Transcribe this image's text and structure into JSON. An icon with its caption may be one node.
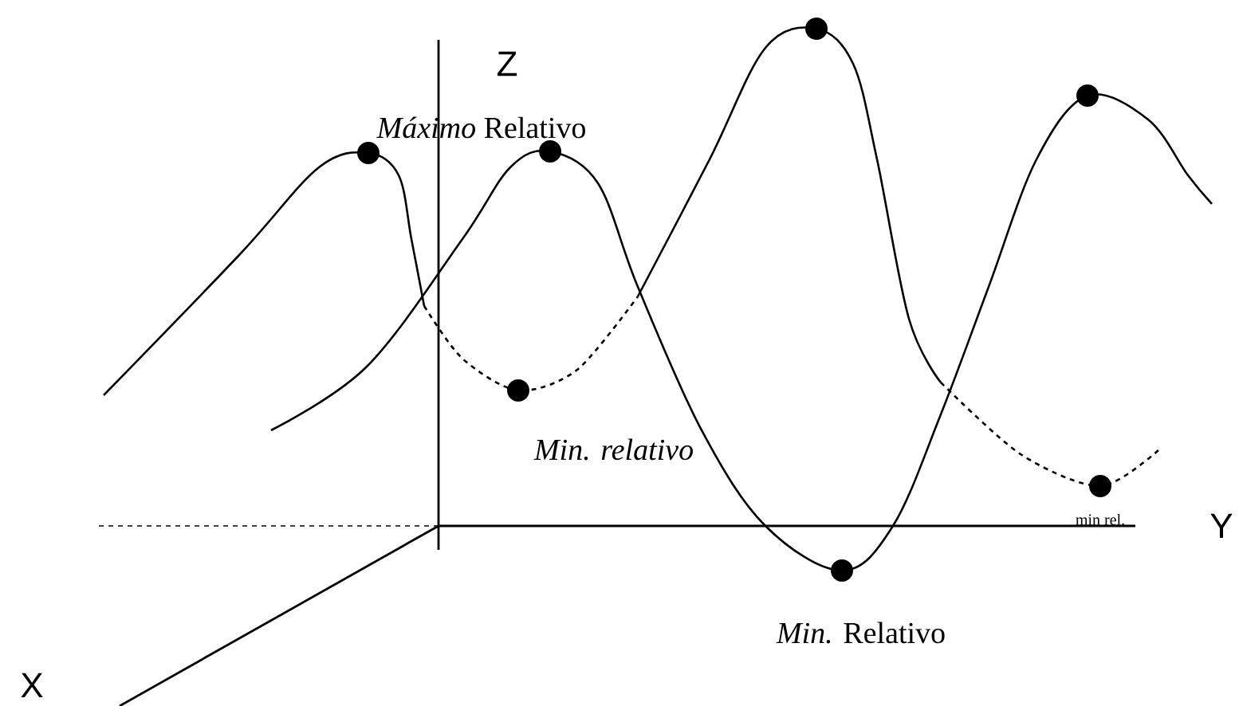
{
  "diagram": {
    "labels": [
      "Z",
      "*Máximo* Relativo",
      "*Min. relativo*",
      "min rel.",
      "Y",
      "*Min.* Relativo",
      "X"
    ]
  }
}
